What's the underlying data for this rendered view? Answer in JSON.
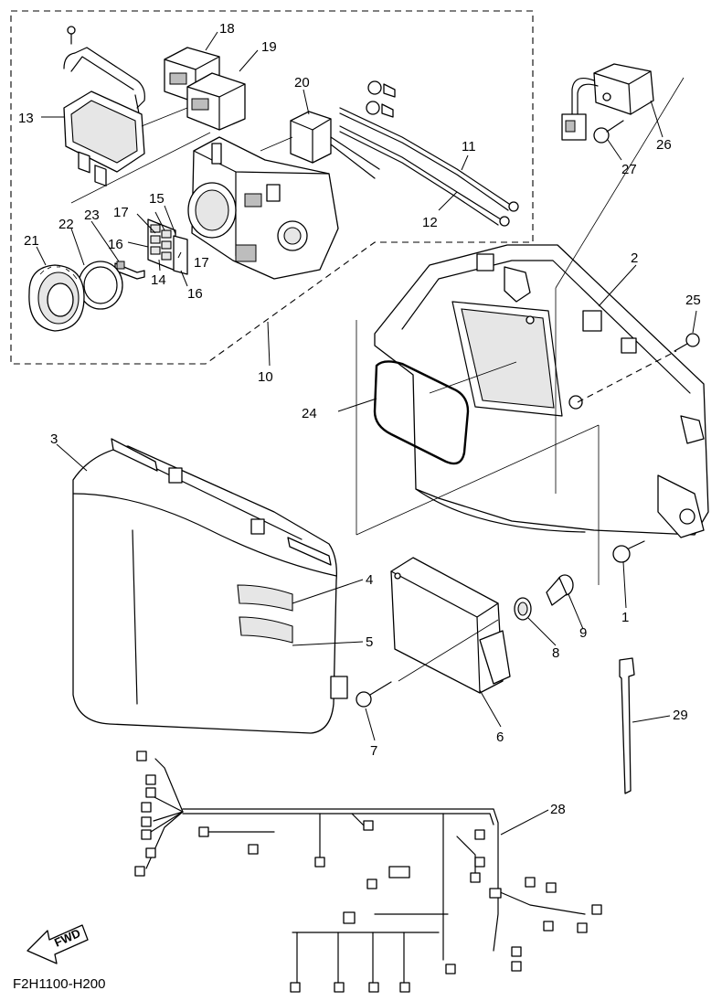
{
  "diagram_code": "F2H1100-H200",
  "direction_label": "FWD",
  "callouts": [
    {
      "id": "c1",
      "text": "1"
    },
    {
      "id": "c2",
      "text": "2"
    },
    {
      "id": "c3",
      "text": "3"
    },
    {
      "id": "c4",
      "text": "4"
    },
    {
      "id": "c5",
      "text": "5"
    },
    {
      "id": "c6",
      "text": "6"
    },
    {
      "id": "c7",
      "text": "7"
    },
    {
      "id": "c8",
      "text": "8"
    },
    {
      "id": "c9",
      "text": "9"
    },
    {
      "id": "c10",
      "text": "10"
    },
    {
      "id": "c11",
      "text": "11"
    },
    {
      "id": "c12",
      "text": "12"
    },
    {
      "id": "c13",
      "text": "13"
    },
    {
      "id": "c14",
      "text": "14"
    },
    {
      "id": "c15",
      "text": "15"
    },
    {
      "id": "c16a",
      "text": "16"
    },
    {
      "id": "c16b",
      "text": "16"
    },
    {
      "id": "c17a",
      "text": "17"
    },
    {
      "id": "c17b",
      "text": "17"
    },
    {
      "id": "c18",
      "text": "18"
    },
    {
      "id": "c19",
      "text": "19"
    },
    {
      "id": "c20",
      "text": "20"
    },
    {
      "id": "c21",
      "text": "21"
    },
    {
      "id": "c22",
      "text": "22"
    },
    {
      "id": "c23",
      "text": "23"
    },
    {
      "id": "c24",
      "text": "24"
    },
    {
      "id": "c25",
      "text": "25"
    },
    {
      "id": "c26",
      "text": "26"
    },
    {
      "id": "c27",
      "text": "27"
    },
    {
      "id": "c28",
      "text": "28"
    },
    {
      "id": "c29",
      "text": "29"
    }
  ]
}
